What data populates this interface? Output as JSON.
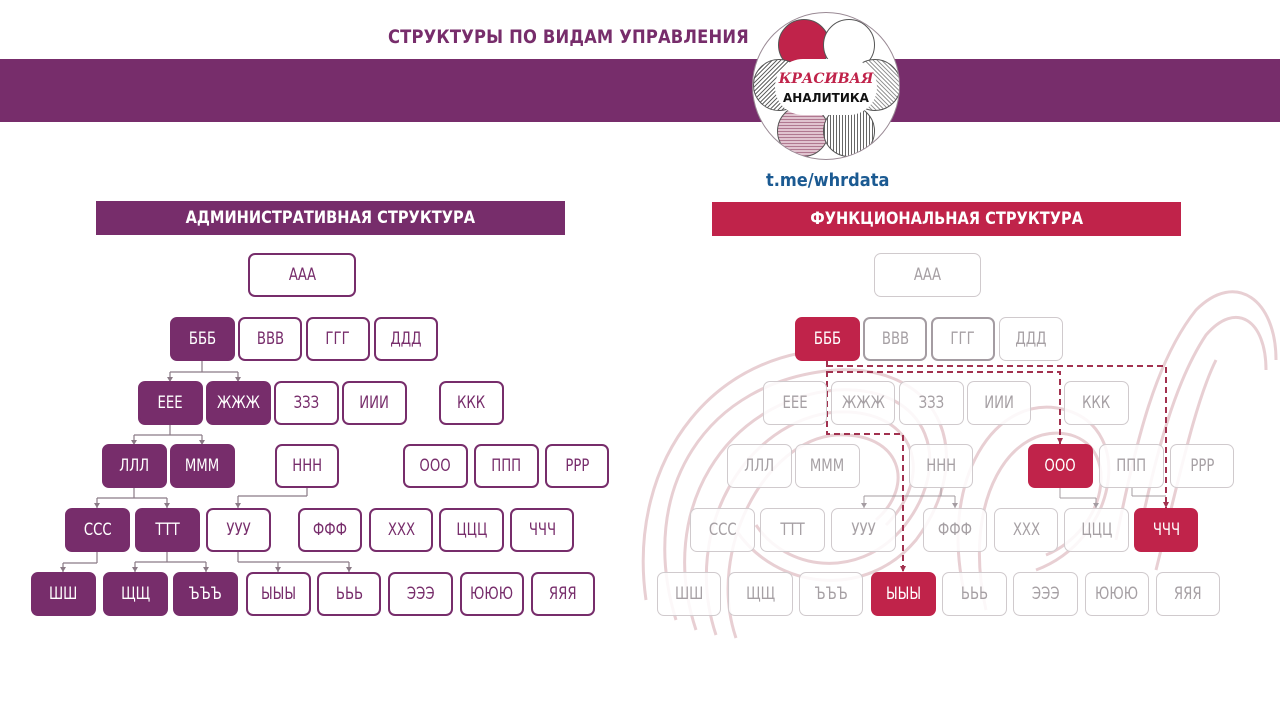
{
  "header": {
    "title": "СТРУКТУРЫ ПО ВИДАМ УПРАВЛЕНИЯ",
    "banner_color": "#772d6b"
  },
  "logo": {
    "line1": "КРАСИВАЯ",
    "line2": "АНАЛИТИКА",
    "link": "t.me/whrdata"
  },
  "colors": {
    "admin": "#772d6b",
    "functional": "#c0234a",
    "link": "#1b5a92"
  },
  "admin": {
    "title": "АДМИНИСТРАТИВНАЯ СТРУКТУРА",
    "nodes": [
      {
        "label": "ААА",
        "highlighted": false
      },
      {
        "label": "БББ",
        "highlighted": true
      },
      {
        "label": "ВВВ",
        "highlighted": false
      },
      {
        "label": "ГГГ",
        "highlighted": false
      },
      {
        "label": "ДДД",
        "highlighted": false
      },
      {
        "label": "ЕЕЕ",
        "highlighted": true
      },
      {
        "label": "ЖЖЖ",
        "highlighted": true
      },
      {
        "label": "ЗЗЗ",
        "highlighted": false
      },
      {
        "label": "ИИИ",
        "highlighted": false
      },
      {
        "label": "ККК",
        "highlighted": false
      },
      {
        "label": "ЛЛЛ",
        "highlighted": true
      },
      {
        "label": "МММ",
        "highlighted": true
      },
      {
        "label": "ННН",
        "highlighted": false
      },
      {
        "label": "ООО",
        "highlighted": false
      },
      {
        "label": "ППП",
        "highlighted": false
      },
      {
        "label": "РРР",
        "highlighted": false
      },
      {
        "label": "ССС",
        "highlighted": true
      },
      {
        "label": "ТТТ",
        "highlighted": true
      },
      {
        "label": "УУУ",
        "highlighted": false
      },
      {
        "label": "ФФФ",
        "highlighted": false
      },
      {
        "label": "ХХХ",
        "highlighted": false
      },
      {
        "label": "ЦЦЦ",
        "highlighted": false
      },
      {
        "label": "ЧЧЧ",
        "highlighted": false
      },
      {
        "label": "ШШ",
        "highlighted": true
      },
      {
        "label": "ЩЩ",
        "highlighted": true
      },
      {
        "label": "ЪЪЪ",
        "highlighted": true
      },
      {
        "label": "ЫЫЫ",
        "highlighted": false
      },
      {
        "label": "ЬЬЬ",
        "highlighted": false
      },
      {
        "label": "ЭЭЭ",
        "highlighted": false
      },
      {
        "label": "ЮЮЮ",
        "highlighted": false
      },
      {
        "label": "ЯЯЯ",
        "highlighted": false
      }
    ],
    "edges": [
      [
        "БББ",
        "ЕЕЕ"
      ],
      [
        "БББ",
        "ЖЖЖ"
      ],
      [
        "ЕЕЕ",
        "ЛЛЛ"
      ],
      [
        "ЕЕЕ",
        "МММ"
      ],
      [
        "ЛЛЛ",
        "ССС"
      ],
      [
        "ЛЛЛ",
        "ТТТ"
      ],
      [
        "ННН",
        "УУУ"
      ],
      [
        "ССС",
        "ШШ"
      ],
      [
        "ТТТ",
        "ЩЩ"
      ],
      [
        "ТТТ",
        "ЪЪЪ"
      ],
      [
        "УУУ",
        "ЫЫЫ"
      ],
      [
        "УУУ",
        "ЬЬЬ"
      ]
    ]
  },
  "functional": {
    "title": "ФУНКЦИОНАЛЬНАЯ СТРУКТУРА",
    "nodes": [
      {
        "label": "ААА",
        "highlighted": false
      },
      {
        "label": "БББ",
        "highlighted": true
      },
      {
        "label": "ВВВ",
        "highlighted": false
      },
      {
        "label": "ГГГ",
        "highlighted": false
      },
      {
        "label": "ДДД",
        "highlighted": false
      },
      {
        "label": "ЕЕЕ",
        "highlighted": false
      },
      {
        "label": "ЖЖЖ",
        "highlighted": false
      },
      {
        "label": "ЗЗЗ",
        "highlighted": false
      },
      {
        "label": "ИИИ",
        "highlighted": false
      },
      {
        "label": "ККК",
        "highlighted": false
      },
      {
        "label": "ЛЛЛ",
        "highlighted": false
      },
      {
        "label": "МММ",
        "highlighted": false
      },
      {
        "label": "ННН",
        "highlighted": false
      },
      {
        "label": "ООО",
        "highlighted": true
      },
      {
        "label": "ППП",
        "highlighted": false
      },
      {
        "label": "РРР",
        "highlighted": false
      },
      {
        "label": "ССС",
        "highlighted": false
      },
      {
        "label": "ТТТ",
        "highlighted": false
      },
      {
        "label": "УУУ",
        "highlighted": false
      },
      {
        "label": "ФФФ",
        "highlighted": false
      },
      {
        "label": "ХХХ",
        "highlighted": false
      },
      {
        "label": "ЦЦЦ",
        "highlighted": false
      },
      {
        "label": "ЧЧЧ",
        "highlighted": true
      },
      {
        "label": "ШШ",
        "highlighted": false
      },
      {
        "label": "ЩЩ",
        "highlighted": false
      },
      {
        "label": "ЪЪЪ",
        "highlighted": false
      },
      {
        "label": "ЫЫЫ",
        "highlighted": true
      },
      {
        "label": "ЬЬЬ",
        "highlighted": false
      },
      {
        "label": "ЭЭЭ",
        "highlighted": false
      },
      {
        "label": "ЮЮЮ",
        "highlighted": false
      },
      {
        "label": "ЯЯЯ",
        "highlighted": false
      }
    ],
    "solid_edges": [
      [
        "ННН",
        "УУУ"
      ],
      [
        "ННН",
        "ФФФ"
      ],
      [
        "ООО",
        "ЦЦЦ"
      ],
      [
        "ППП",
        "ЧЧЧ"
      ]
    ],
    "dashed_edges": [
      [
        "БББ",
        "ЫЫЫ"
      ],
      [
        "БББ",
        "ООО"
      ],
      [
        "БББ",
        "ЧЧЧ"
      ]
    ]
  }
}
